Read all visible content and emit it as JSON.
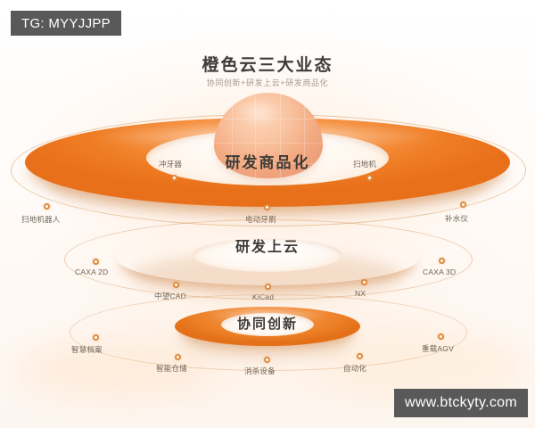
{
  "watermarks": {
    "top_left": "TG: MYYJJPP",
    "bottom_right": "www.btckyty.com"
  },
  "header": {
    "title": "橙色云三大业态",
    "subtitle": "协同创新+研发上云+研发商品化"
  },
  "colors": {
    "orange": "#F0822F",
    "orange_dark": "#D96F1D",
    "orange_light": "#FBB57A",
    "dome": "#F6C3A0",
    "orbit_line": "#DDA670",
    "text_dark": "#3C3C3C",
    "text_muted": "#6E6459",
    "watermark_bg": "#595959"
  },
  "layers": [
    {
      "id": "top",
      "title": "研发商品化",
      "nodes": [
        {
          "label": "冲牙器"
        },
        {
          "label": "扫地机"
        },
        {
          "label": "扫地机器人"
        },
        {
          "label": "电动牙刷"
        },
        {
          "label": "补水仪"
        }
      ]
    },
    {
      "id": "middle",
      "title": "研发上云",
      "nodes": [
        {
          "label": "CAXA 2D"
        },
        {
          "label": "中望CAD"
        },
        {
          "label": "KiCad"
        },
        {
          "label": "NX"
        },
        {
          "label": "CAXA 3D"
        }
      ]
    },
    {
      "id": "bottom",
      "title": "协同创新",
      "nodes": [
        {
          "label": "智慧档案"
        },
        {
          "label": "智能仓储"
        },
        {
          "label": "消杀设备"
        },
        {
          "label": "自动化"
        },
        {
          "label": "重载AGV"
        }
      ]
    }
  ]
}
